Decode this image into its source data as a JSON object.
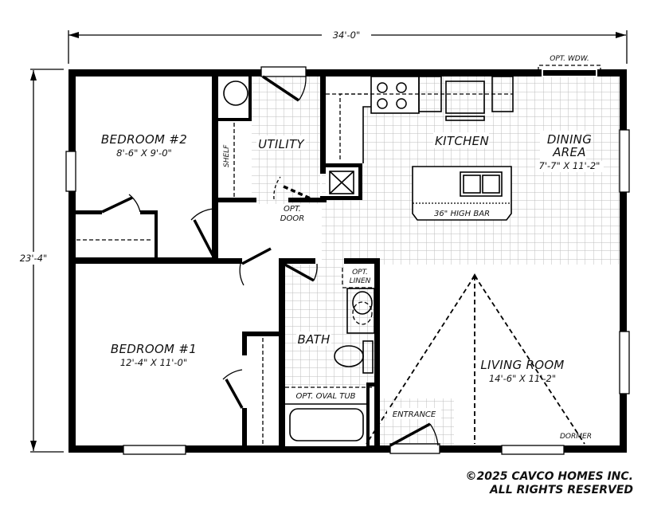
{
  "plan": {
    "overall_width": "34'-0\"",
    "overall_depth": "23'-4\"",
    "rooms": {
      "bedroom2": {
        "name": "BEDROOM #2",
        "size": "8'-6\" X 9'-0\""
      },
      "bedroom1": {
        "name": "BEDROOM #1",
        "size": "12'-4\" X 11'-0\""
      },
      "utility": {
        "name": "UTILITY"
      },
      "kitchen": {
        "name": "KITCHEN"
      },
      "dining": {
        "name_line1": "DINING",
        "name_line2": "AREA",
        "size": "7'-7\" X 11'-2\""
      },
      "bath": {
        "name": "BATH"
      },
      "living": {
        "name": "LIVING ROOM",
        "size": "14'-6\" X 11'-2\""
      }
    },
    "notes": {
      "shelf": "SHELF",
      "opt_door_line1": "OPT.",
      "opt_door_line2": "DOOR",
      "opt_window": "OPT. WDW.",
      "high_bar": "36\" HIGH BAR",
      "opt_linen_line1": "OPT.",
      "opt_linen_line2": "LINEN",
      "opt_oval_tub": "OPT. OVAL TUB",
      "entrance": "ENTRANCE",
      "dormer": "DORMER"
    },
    "copyright_line1": "©2025 CAVCO HOMES INC.",
    "copyright_line2": "ALL RIGHTS RESERVED"
  },
  "colors": {
    "wall": "#000000",
    "tile_grid": "#bdbdbd",
    "background": "#ffffff"
  }
}
